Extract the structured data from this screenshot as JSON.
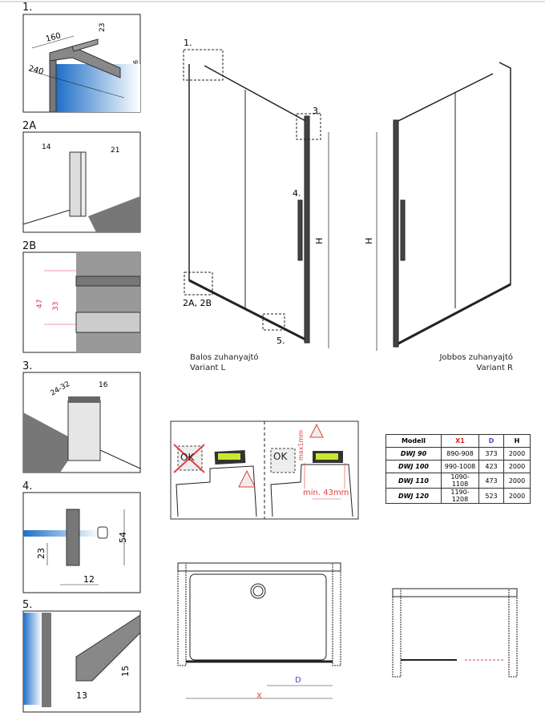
{
  "details": [
    {
      "label": "1.",
      "dims": [
        "160",
        "23",
        "240",
        "6"
      ]
    },
    {
      "label": "2A",
      "dims": [
        "14",
        "21"
      ]
    },
    {
      "label": "2B",
      "dims": [
        "47",
        "33"
      ]
    },
    {
      "label": "3.",
      "dims": [
        "24-32",
        "16"
      ]
    },
    {
      "label": "4.",
      "dims": [
        "54",
        "23",
        "12"
      ]
    },
    {
      "label": "5.",
      "dims": [
        "15",
        "13"
      ]
    }
  ],
  "main": {
    "callouts": [
      "1.",
      "3.",
      "4.",
      "2A, 2B",
      "5."
    ],
    "height_label": "H",
    "left_caption": [
      "Balos zuhanyajtó",
      "Variant L"
    ],
    "right_caption": [
      "Jobbos zuhanyajtó",
      "Variant R"
    ]
  },
  "level": {
    "ok": "OK",
    "max_label": "max1mm",
    "min_label": "min. 43mm"
  },
  "table": {
    "headers": [
      "Modell",
      "X1",
      "D",
      "H"
    ],
    "header_colors": [
      "#111111",
      "#e02020",
      "#6040c0",
      "#111111"
    ],
    "rows": [
      [
        "DWJ 90",
        "890-908",
        "373",
        "2000"
      ],
      [
        "DWJ 100",
        "990-1008",
        "423",
        "2000"
      ],
      [
        "DWJ 110",
        "1090-1108",
        "473",
        "2000"
      ],
      [
        "DWJ 120",
        "1190-1208",
        "523",
        "2000"
      ]
    ]
  },
  "plan": {
    "d_label": "D",
    "x_label": "X"
  }
}
